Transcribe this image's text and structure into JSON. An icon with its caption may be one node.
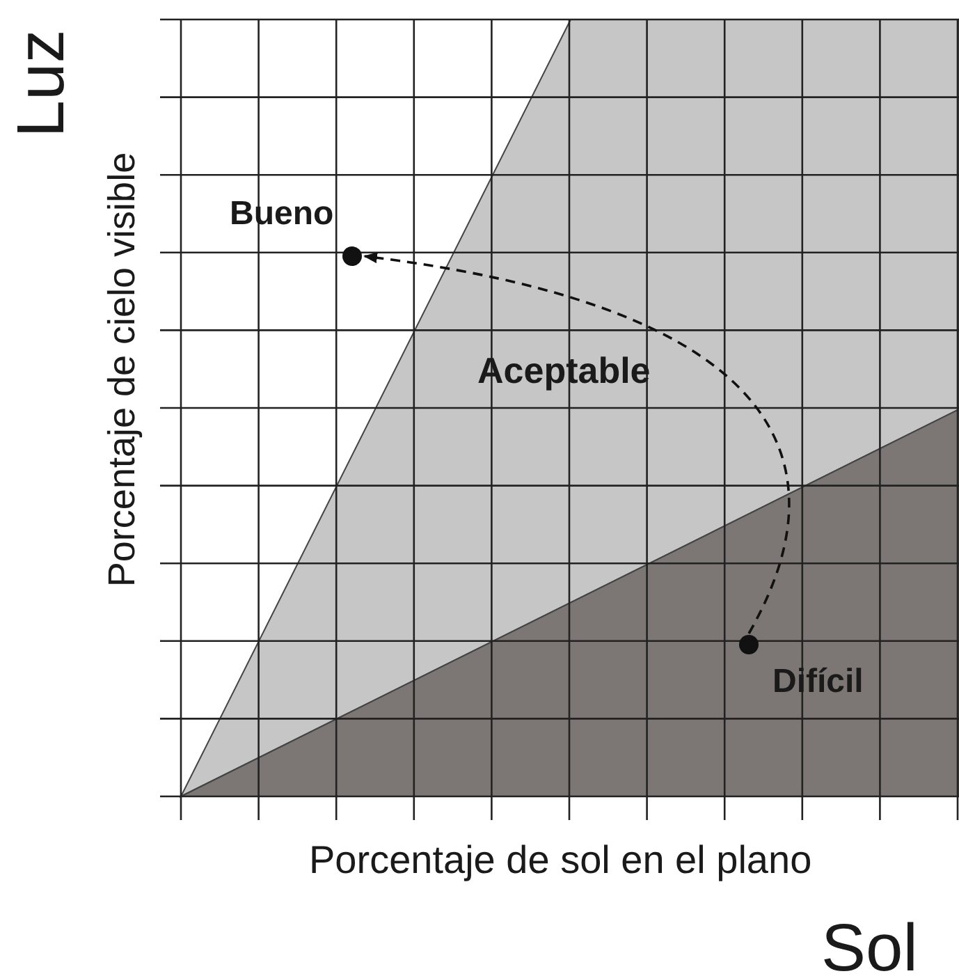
{
  "diagram": {
    "nodes": [
      {
        "text": [],
        "shape": "circle",
        "beside": [
          "Bueno"
        ]
      },
      {
        "text": [],
        "shape": "circle",
        "beside": [
          "Difícil"
        ]
      }
    ],
    "edges": [
      {
        "from": 1,
        "to": 0,
        "arrow": "to",
        "style": "dashed"
      }
    ],
    "labels": [
      "Luz",
      "Porcentaje de cielo visible",
      "Aceptable",
      "Porcentaje de sol en el plano",
      "Sol"
    ]
  }
}
